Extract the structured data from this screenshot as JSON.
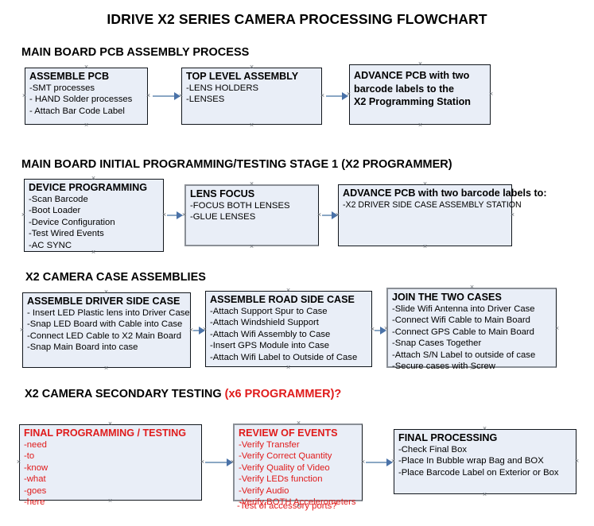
{
  "document": {
    "title": "IDRIVE X2  SERIES CAMERA PROCESSING FLOWCHART"
  },
  "colors": {
    "box_fill": "#e9eef7",
    "box_border": "#11161c",
    "connector": "#8aa7c4",
    "arrow_head": "#4a72a8",
    "text": "#000000",
    "red_text": "#e01b1b",
    "shadow": "#8a8f96"
  },
  "sections": [
    {
      "heading": "MAIN BOARD PCB ASSEMBLY PROCESS",
      "heading_red": "",
      "nodes": [
        {
          "title": "ASSEMBLE PCB",
          "lines": [
            "-SMT processes",
            "- HAND Solder processes",
            "- Attach Bar Code Label"
          ]
        },
        {
          "title": "TOP LEVEL ASSEMBLY",
          "lines": [
            "-LENS HOLDERS",
            "-LENSES"
          ]
        },
        {
          "title": "ADVANCE PCB with two",
          "lines": [
            "barcode labels to the",
            " X2 Programming Station"
          ]
        }
      ]
    },
    {
      "heading": "MAIN BOARD INITIAL PROGRAMMING/TESTING STAGE 1 (X2 PROGRAMMER)",
      "heading_red": "",
      "nodes": [
        {
          "title": "DEVICE PROGRAMMING",
          "lines": [
            "-Scan Barcode",
            "-Boot Loader",
            "-Device Configuration",
            "-Test Wired Events",
            "-AC SYNC"
          ]
        },
        {
          "title": "LENS FOCUS",
          "lines": [
            "-FOCUS BOTH LENSES",
            "-GLUE LENSES"
          ]
        },
        {
          "title": "ADVANCE PCB with two barcode labels to:",
          "lines": [
            "-X2 DRIVER  SIDE  CASE  ASSEMBLY STATION"
          ]
        }
      ]
    },
    {
      "heading": "X2 CAMERA CASE ASSEMBLIES",
      "heading_red": "",
      "nodes": [
        {
          "title": "ASSEMBLE DRIVER SIDE CASE",
          "lines": [
            "- Insert LED Plastic lens into Driver Case",
            "-Snap LED Board with Cable into Case",
            "-Connect LED Cable to X2 Main Board",
            "-Snap Main Board into case"
          ]
        },
        {
          "title": "ASSEMBLE ROAD SIDE CASE",
          "lines": [
            "-Attach Support Spur to Case",
            "-Attach Windshield Support",
            "-Attach Wifi Assembly to Case",
            "-Insert GPS Module into Case",
            "-Attach Wifi Label to Outside of Case"
          ]
        },
        {
          "title": "JOIN THE TWO CASES",
          "lines": [
            "-Slide Wifi Antenna into Driver Case",
            "-Connect Wifi Cable to Main Board",
            "-Connect GPS Cable to Main Board",
            "-Snap Cases Together",
            "-Attach S/N Label to outside of case",
            "-Secure cases with Screw"
          ]
        }
      ]
    },
    {
      "heading": "X2 CAMERA SECONDARY TESTING ",
      "heading_red": "(x6 PROGRAMMER)?",
      "nodes": [
        {
          "title": "FINAL PROGRAMMING / TESTING",
          "lines": [
            "-need",
            "-to",
            "-know",
            "-what",
            "-goes",
            "-here"
          ]
        },
        {
          "title": "REVIEW OF EVENTS",
          "lines": [
            "-Verify Transfer",
            "-Verify Correct Quantity",
            "-Verify Quality of Video",
            "-Verify LEDs function",
            "-Verify Audio",
            "-Verify BOTH Accelerometers"
          ],
          "overflow_line": "-Test of accessory ports?"
        },
        {
          "title": "FINAL PROCESSING",
          "lines": [
            " -Check Final Box",
            "-Place In Bubble wrap Bag and BOX",
            "-Place Barcode Label on Exterior or Box"
          ]
        }
      ]
    }
  ]
}
